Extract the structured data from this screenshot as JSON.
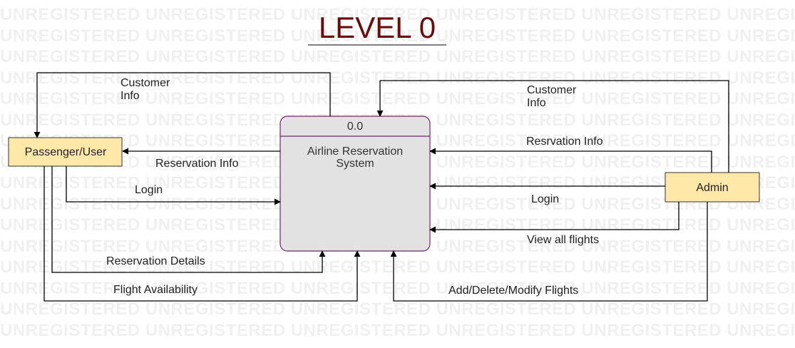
{
  "title": "LEVEL 0",
  "watermark_word": "UNREGISTERED",
  "colors": {
    "title": "#6b0a0a",
    "entity_fill": "#ffe8a8",
    "entity_stroke": "#333333",
    "process_fill": "#e2e2e2",
    "process_stroke": "#6a2a6a",
    "watermark": "#f0f0f0"
  },
  "entities": {
    "passenger": "Passenger/User",
    "admin": "Admin"
  },
  "process": {
    "id": "0.0",
    "name_line1": "Airline Reservation",
    "name_line2": "System"
  },
  "flows": {
    "customer_info_user_line1": "Customer",
    "customer_info_user_line2": "Info",
    "reservation_info_user": "Reservation Info",
    "login_user": "Login",
    "reservation_details": "Reservation Details",
    "flight_availability": "Flight Availability",
    "customer_info_admin_line1": "Customer",
    "customer_info_admin_line2": "Info",
    "reservation_info_admin": "Resrvation Info",
    "login_admin": "Login",
    "view_all_flights": "View all flights",
    "add_delete_modify": "Add/Delete/Modify Flights"
  }
}
